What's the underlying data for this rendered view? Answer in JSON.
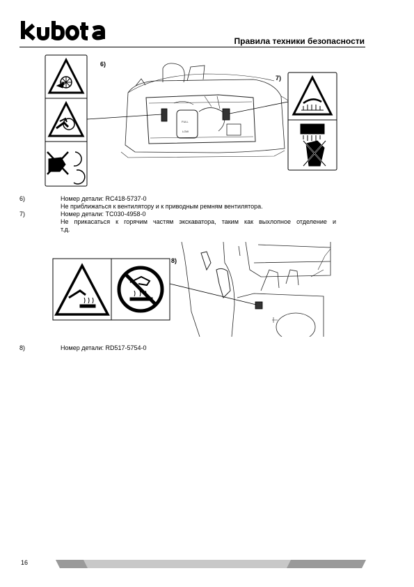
{
  "header": {
    "logo_text": "kubota",
    "section_title": "Правила техники безопасности"
  },
  "figure_1": {
    "label_6": "6)",
    "label_7": "7)",
    "tank_full": "FULL",
    "tank_low": "LOW"
  },
  "figure_2": {
    "label_8": "8)"
  },
  "items": [
    {
      "num": "6)",
      "part": "Номер детали: RC418-5737-0",
      "desc": "Не приближаться к вентилятору и к приводным ремням вентилятора."
    },
    {
      "num": "7)",
      "part": "Номер детали: TC030-4958-0",
      "desc_line1": "Не прикасаться к горячим частям экскаватора, таким как выхлопное отделение и",
      "desc_line2": "т.д."
    },
    {
      "num": "8)",
      "part": "Номер детали: RD517-5754-0"
    }
  ],
  "footer": {
    "page_number": "16"
  }
}
